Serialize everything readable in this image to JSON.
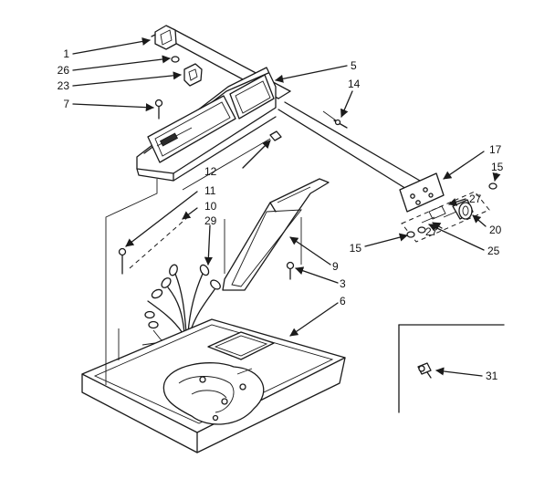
{
  "callouts": {
    "c1": "1",
    "c26": "26",
    "c23": "23",
    "c7": "7",
    "c5": "5",
    "c14": "14",
    "c12": "12",
    "c11": "11",
    "c10": "10",
    "c29": "29",
    "c17": "17",
    "c15a": "15",
    "c27a": "27",
    "c20": "20",
    "c27b": "27",
    "c25": "25",
    "c15b": "15",
    "c9": "9",
    "c3": "3",
    "c6": "6",
    "c31": "31"
  },
  "colors": {
    "ink": "#1a1a1a",
    "paper": "#ffffff"
  }
}
